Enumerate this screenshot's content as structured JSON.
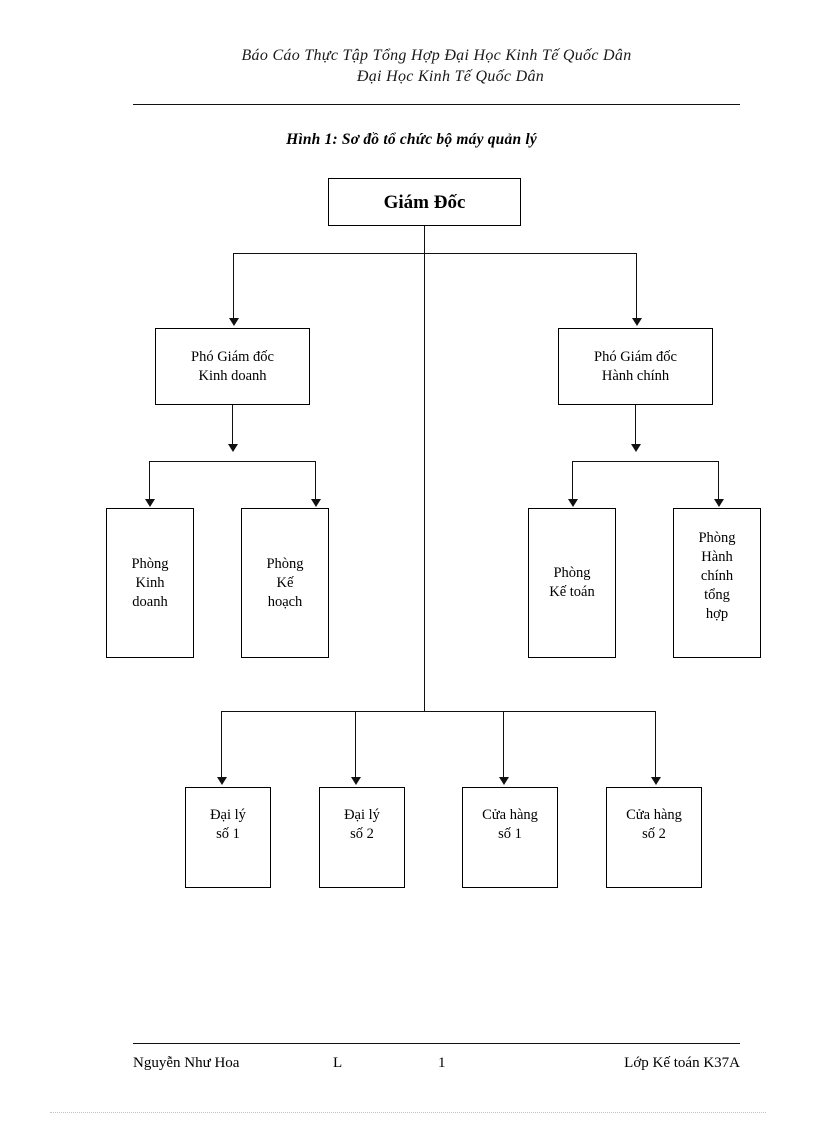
{
  "document": {
    "header": {
      "line1": "Báo Cáo Thực Tập Tổng Hợp Đại Học Kinh Tế Quốc Dân",
      "line2": "Đại Học Kinh Tế Quốc Dân"
    },
    "figure_title": "Hình 1: Sơ đồ tổ chức bộ máy quản lý",
    "footer": {
      "author": "Nguyễn Như Hoa",
      "marker": "L",
      "page_number": "1",
      "class": "Lớp Kế toán K37A"
    }
  },
  "chart_data": {
    "type": "diagram",
    "title": "Hình 1: Sơ đồ tổ chức bộ máy quản lý",
    "layout": "org-chart",
    "levels": [
      {
        "level": 1,
        "nodes": [
          {
            "id": "director",
            "label": "Giám Đốc"
          }
        ]
      },
      {
        "level": 2,
        "nodes": [
          {
            "id": "deputy-business",
            "label_line1": "Phó Giám đốc",
            "label_line2": "Kinh doanh"
          },
          {
            "id": "deputy-admin",
            "label_line1": "Phó Giám đốc",
            "label_line2": "Hành chính"
          }
        ]
      },
      {
        "level": 3,
        "nodes": [
          {
            "id": "dept-business",
            "lines": [
              "Phòng",
              "Kinh",
              "doanh"
            ]
          },
          {
            "id": "dept-planning",
            "lines": [
              "Phòng",
              "Kế",
              "hoạch"
            ]
          },
          {
            "id": "dept-accounting",
            "lines": [
              "Phòng",
              "Kế toán"
            ]
          },
          {
            "id": "dept-admin-general",
            "lines": [
              "Phòng",
              "Hành",
              "chính",
              "tổng",
              "hợp"
            ]
          }
        ]
      },
      {
        "level": 4,
        "nodes": [
          {
            "id": "agency-1",
            "lines": [
              "Đại lý",
              "số 1"
            ]
          },
          {
            "id": "agency-2",
            "lines": [
              "Đại lý",
              "số 2"
            ]
          },
          {
            "id": "store-1",
            "lines": [
              "Cửa hàng",
              "số 1"
            ]
          },
          {
            "id": "store-2",
            "lines": [
              "Cửa hàng",
              "số 2"
            ]
          }
        ]
      }
    ],
    "edges": [
      {
        "from": "director",
        "to": "deputy-business"
      },
      {
        "from": "director",
        "to": "deputy-admin"
      },
      {
        "from": "deputy-business",
        "to": "dept-business"
      },
      {
        "from": "deputy-business",
        "to": "dept-planning"
      },
      {
        "from": "deputy-admin",
        "to": "dept-accounting"
      },
      {
        "from": "deputy-admin",
        "to": "dept-admin-general"
      },
      {
        "from": "director",
        "to": "agency-1"
      },
      {
        "from": "director",
        "to": "agency-2"
      },
      {
        "from": "director",
        "to": "store-1"
      },
      {
        "from": "director",
        "to": "store-2"
      }
    ],
    "colors": {
      "line": "#111111",
      "box_border": "#000000",
      "background": "#ffffff"
    }
  }
}
